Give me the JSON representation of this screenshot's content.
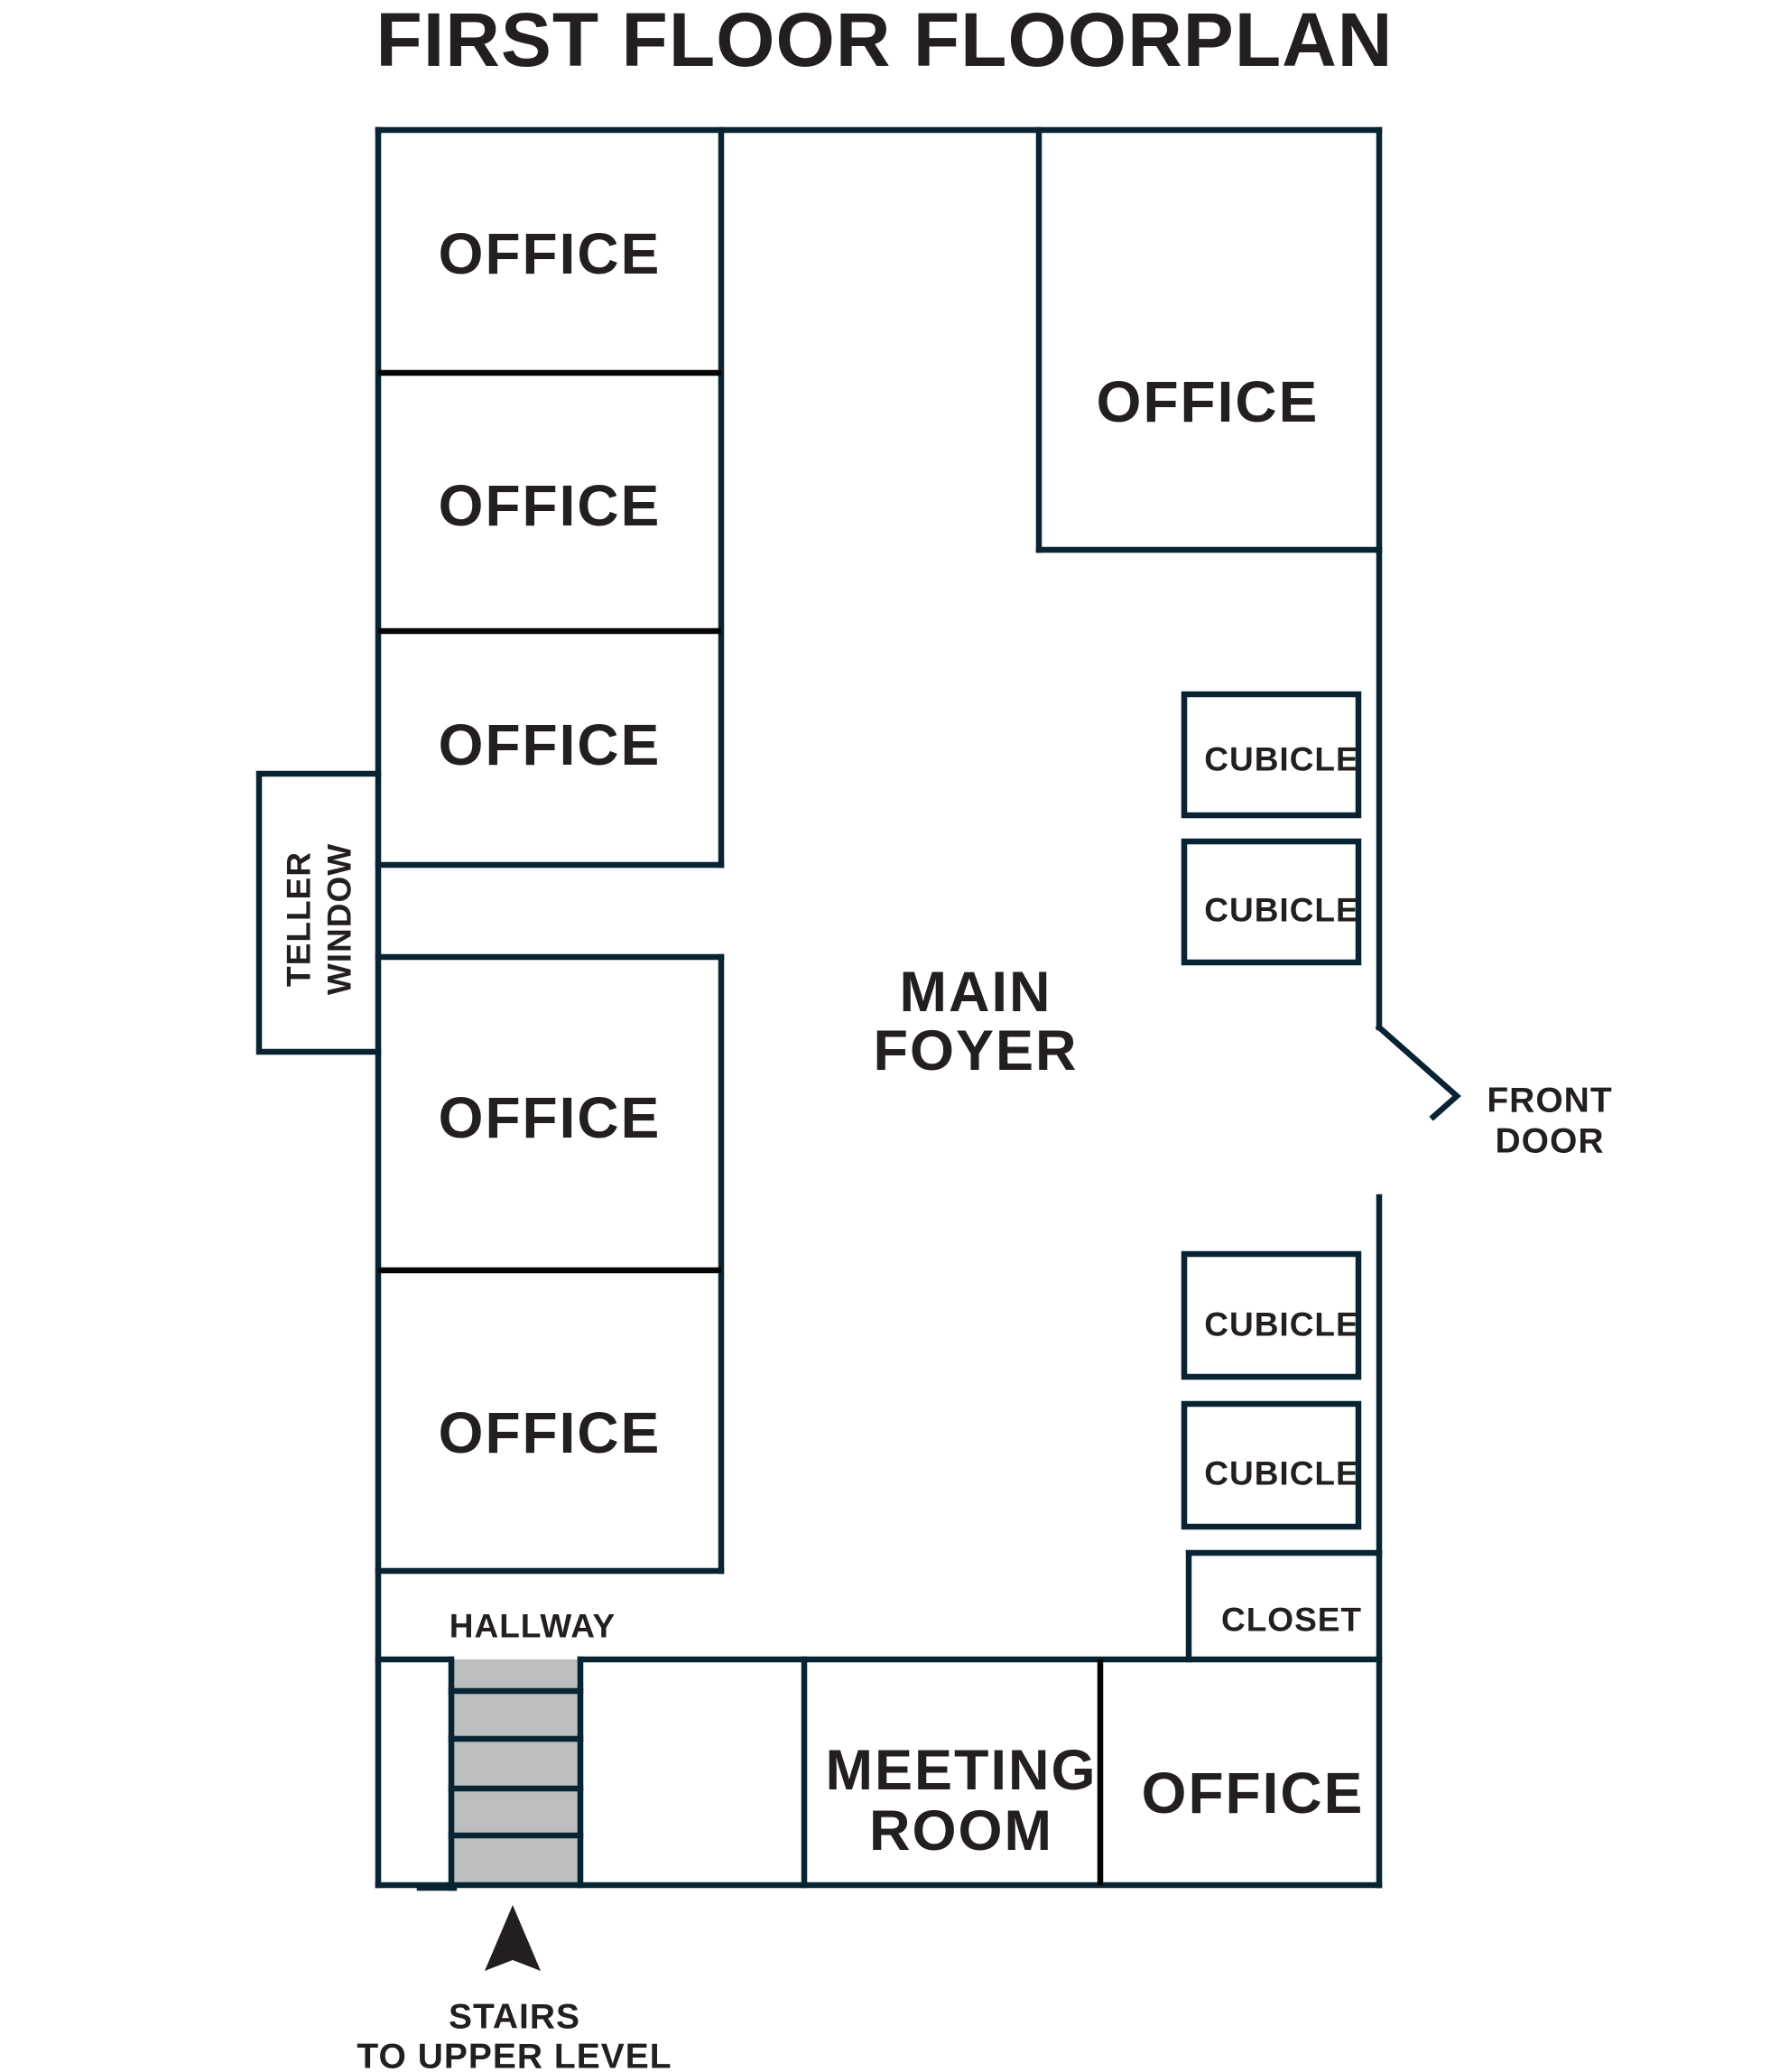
{
  "title": "FIRST FLOOR FLOORPLAN",
  "colors": {
    "wall": "#082433",
    "text": "#231F20",
    "stairs_fill": "#BCBDBF",
    "background": "#FFFFFF"
  },
  "rooms": {
    "office_left_1": "OFFICE",
    "office_left_2": "OFFICE",
    "office_left_3": "OFFICE",
    "office_left_4": "OFFICE",
    "office_left_5": "OFFICE",
    "office_top_right": "OFFICE",
    "office_bottom_right": "OFFICE",
    "main_foyer": [
      "MAIN",
      "FOYER"
    ],
    "cubicles": [
      "CUBICLE",
      "CUBICLE",
      "CUBICLE",
      "CUBICLE"
    ],
    "closet": "CLOSET",
    "hallway": "HALLWAY",
    "meeting_room": [
      "MEETING",
      "ROOM"
    ],
    "teller_window": [
      "TELLER",
      "WINDOW"
    ]
  },
  "annotations": {
    "front_door": [
      "FRONT",
      "DOOR"
    ],
    "stairs": [
      "STAIRS",
      "TO UPPER LEVEL"
    ],
    "stairs_arrow_icon": "up-arrow"
  }
}
